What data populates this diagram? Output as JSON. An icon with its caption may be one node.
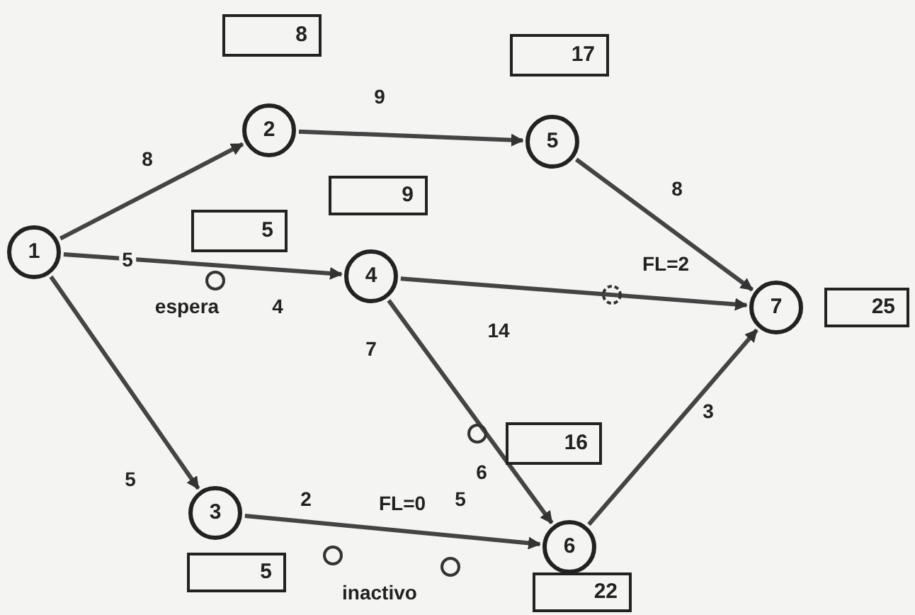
{
  "diagram": {
    "nodes": [
      {
        "text": [
          "1"
        ]
      },
      {
        "text": [
          "2"
        ]
      },
      {
        "text": [
          "3"
        ]
      },
      {
        "text": [
          "4"
        ]
      },
      {
        "text": [
          "5"
        ]
      },
      {
        "text": [
          "6"
        ]
      },
      {
        "text": [
          "7"
        ]
      },
      {
        "text": [
          "8"
        ]
      },
      {
        "text": [
          "17"
        ]
      },
      {
        "text": [
          "9"
        ]
      },
      {
        "text": [
          "5"
        ]
      },
      {
        "text": [
          "25"
        ]
      },
      {
        "text": [
          "16"
        ]
      },
      {
        "text": [
          "5"
        ]
      },
      {
        "text": [
          "22"
        ]
      }
    ],
    "edges": [
      {
        "from": 0,
        "to": 1,
        "arrow": "to",
        "label": "8"
      },
      {
        "from": 1,
        "to": 4,
        "arrow": "to",
        "label": "9"
      },
      {
        "from": 4,
        "to": 6,
        "arrow": "to",
        "label": "8"
      },
      {
        "from": 0,
        "to": 3,
        "arrow": "to",
        "label": "5"
      },
      {
        "from": 3,
        "to": 6,
        "arrow": "to",
        "label": "14"
      },
      {
        "from": 3,
        "to": 5,
        "arrow": "to",
        "label": "6"
      },
      {
        "from": 0,
        "to": 2,
        "arrow": "to",
        "label": "5"
      },
      {
        "from": 2,
        "to": 5,
        "arrow": "to",
        "label": "2"
      },
      {
        "from": 5,
        "to": 6,
        "arrow": "to",
        "label": "3"
      }
    ],
    "labels": [
      "espera",
      "4",
      "7",
      "FL=2",
      "FL=0",
      "5",
      "inactivo"
    ]
  }
}
